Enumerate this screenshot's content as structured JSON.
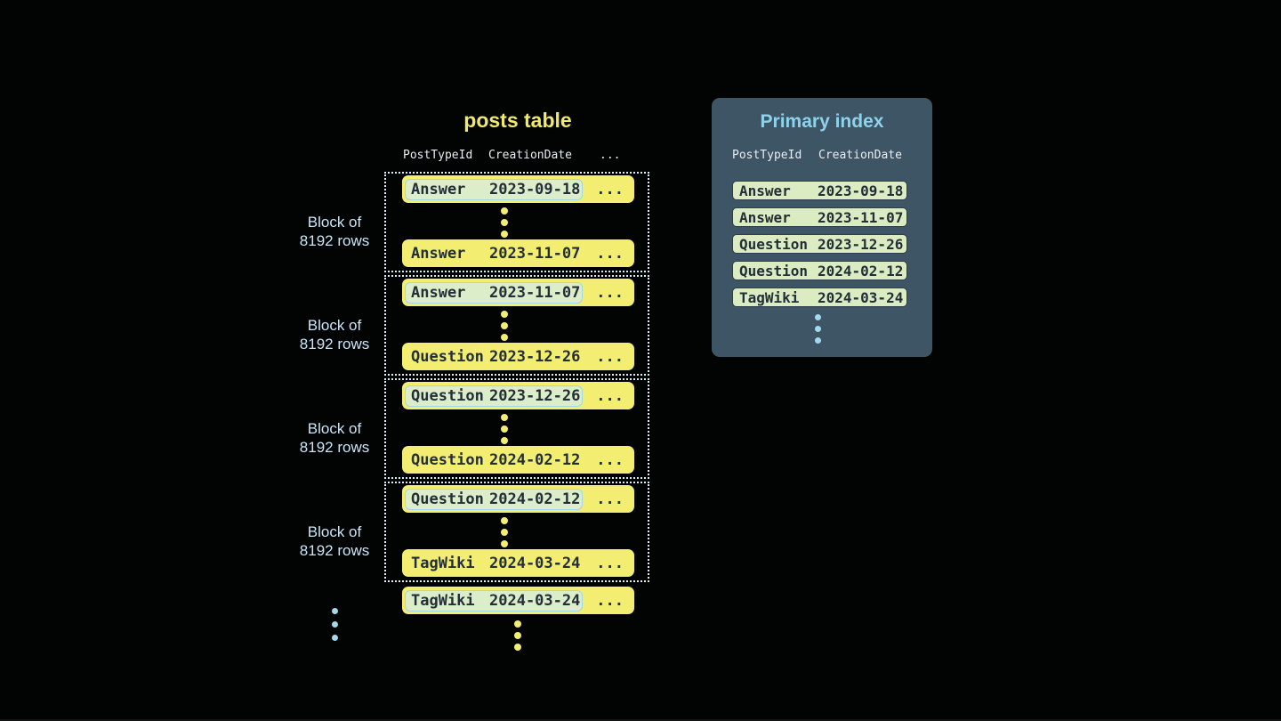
{
  "colors": {
    "title_yellow": "#f0ea6a",
    "row_yellow": "#f3ee71",
    "dark_text": "#222e38",
    "pill_bg": "#dcedca",
    "pill_border": "#a2d7e7",
    "idx_pill_bg": "#dbecc3",
    "idx_pill_border": "#2c3e4b",
    "panel_bg": "#3e5565",
    "panel_title": "#8ed2eb",
    "header_text": "#e8eef2",
    "label_blue": "#c9e6f8",
    "dotted_border": "#d9edf4",
    "dot_blue": "#a3d8ee"
  },
  "posts_table": {
    "title": "posts table",
    "headers": {
      "col1": "PostTypeId",
      "col2": "CreationDate",
      "col3": "..."
    },
    "ellipsis": "...",
    "block_label": {
      "line1": "Block of",
      "line2": "8192 rows"
    },
    "blocks": [
      {
        "first": {
          "type": "Answer",
          "date": "2023-09-18"
        },
        "last": {
          "type": "Answer",
          "date": "2023-11-07"
        }
      },
      {
        "first": {
          "type": "Answer",
          "date": "2023-11-07"
        },
        "last": {
          "type": "Question",
          "date": "2023-12-26"
        }
      },
      {
        "first": {
          "type": "Question",
          "date": "2023-12-26"
        },
        "last": {
          "type": "Question",
          "date": "2024-02-12"
        }
      },
      {
        "first": {
          "type": "Question",
          "date": "2024-02-12"
        },
        "last": {
          "type": "TagWiki",
          "date": "2024-03-24"
        }
      }
    ],
    "overflow_row": {
      "type": "TagWiki",
      "date": "2024-03-24"
    }
  },
  "primary_index": {
    "title": "Primary index",
    "headers": {
      "col1": "PostTypeId",
      "col2": "CreationDate"
    },
    "rows": [
      {
        "type": "Answer",
        "date": "2023-09-18"
      },
      {
        "type": "Answer",
        "date": "2023-11-07"
      },
      {
        "type": "Question",
        "date": "2023-12-26"
      },
      {
        "type": "Question",
        "date": "2024-02-12"
      },
      {
        "type": "TagWiki",
        "date": "2024-03-24"
      }
    ]
  }
}
